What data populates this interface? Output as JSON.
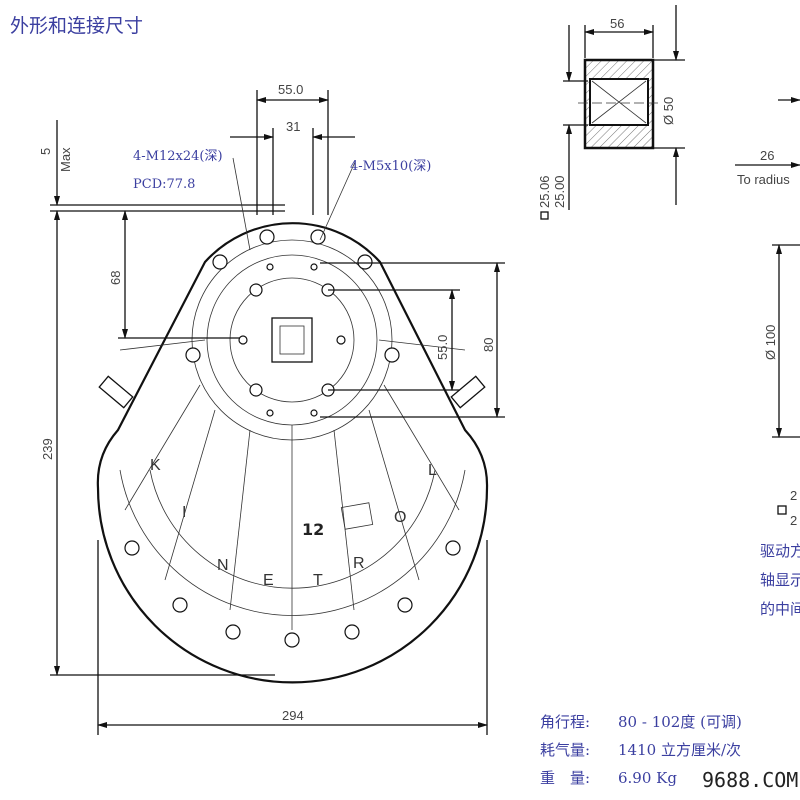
{
  "title": "外形和连接尺寸",
  "annotations": {
    "thread_large": "4-M12x24(深)",
    "pcd": "PCD:77.8",
    "thread_small": "4-M5x10(深)",
    "max_label": "Max",
    "brand_letters": [
      "K",
      "I",
      "N",
      "E",
      "T",
      "R",
      "O",
      "L"
    ],
    "center_number": "12"
  },
  "dimensions": {
    "top_width": "55.0",
    "inner_width": "31",
    "max_offset": "5",
    "height_68": "68",
    "height_total": "239",
    "bolt_spacing": "55.0",
    "height_80": "80",
    "width_total": "294",
    "shaft_width": "56",
    "shaft_dia": "Ø 50",
    "square_tol_upper": "25.06",
    "square_tol_lower": "25.00",
    "radius_dim": "26",
    "radius_note": "To radius",
    "dia_100": "Ø 100",
    "square_right_a": "2",
    "square_right_b": "2"
  },
  "side_note": [
    "驱动方",
    "轴显示",
    "的中间"
  ],
  "specs": [
    {
      "label": "角行程:",
      "value": "80 - 102度 (可调)"
    },
    {
      "label": "耗气量:",
      "value": "1410 立方厘米/次"
    },
    {
      "label": "重　量:",
      "value": "6.90 Kg"
    }
  ],
  "watermark": "9688.COM"
}
